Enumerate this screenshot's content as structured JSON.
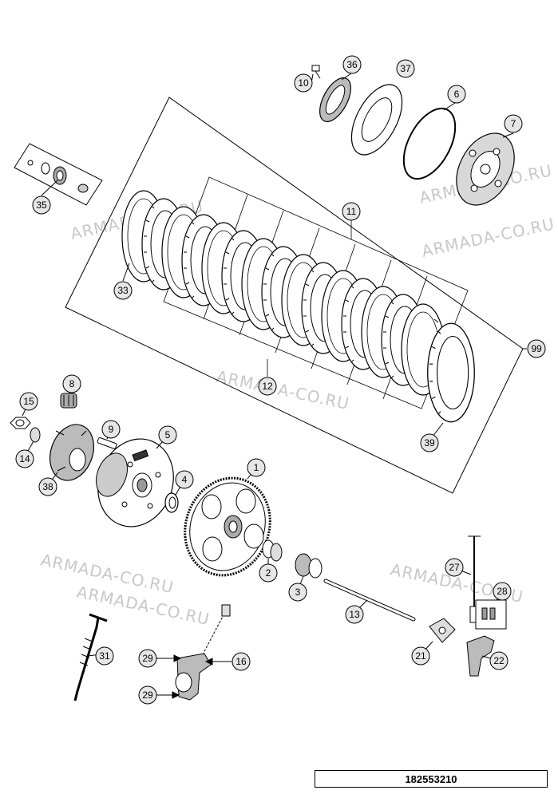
{
  "colors": {
    "line": "#000000",
    "callout_fill": "#e6e6e6",
    "part_fill": "#cfcfcf",
    "watermark": "#c8c8c8"
  },
  "watermarks": [
    "ARMADA-CO.RU",
    "ARMADA-CO.RU",
    "ARMADA-CO.RU",
    "ARMADA-CO.RU",
    "ARMADA-CO.RU",
    "ARMADA-CO.RU",
    "ARMADA-CO.RU"
  ],
  "callouts": {
    "c1": "1",
    "c2": "2",
    "c3": "3",
    "c4": "4",
    "c5": "5",
    "c6": "6",
    "c7": "7",
    "c8": "8",
    "c9": "9",
    "c10": "10",
    "c11": "11",
    "c12": "12",
    "c13": "13",
    "c14": "14",
    "c15": "15",
    "c16": "16",
    "c21": "21",
    "c22": "22",
    "c27": "27",
    "c28": "28",
    "c29a": "29",
    "c29b": "29",
    "c31": "31",
    "c33": "33",
    "c35": "35",
    "c36": "36",
    "c37": "37",
    "c38": "38",
    "c39": "39",
    "c99": "99"
  },
  "document_number": "182553210"
}
